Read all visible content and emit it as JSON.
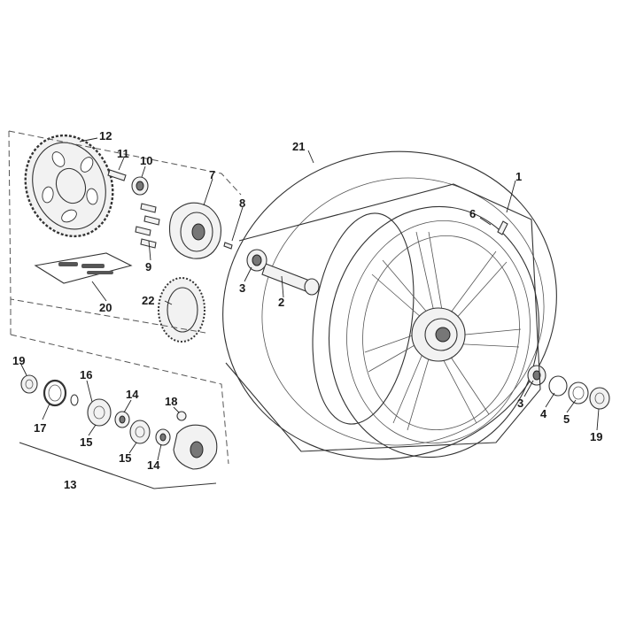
{
  "callouts": {
    "n1": "1",
    "n2": "2",
    "n3a": "3",
    "n3b": "3",
    "n4": "4",
    "n5": "5",
    "n6": "6",
    "n7": "7",
    "n8": "8",
    "n9": "9",
    "n10": "10",
    "n11": "11",
    "n12": "12",
    "n13": "13",
    "n14a": "14",
    "n14b": "14",
    "n15a": "15",
    "n15b": "15",
    "n16": "16",
    "n17": "17",
    "n18": "18",
    "n19a": "19",
    "n19b": "19",
    "n20": "20",
    "n21": "21",
    "n22": "22"
  },
  "colors": {
    "line": "#333333",
    "fill": "#f2f2f2",
    "background": "#ffffff"
  }
}
